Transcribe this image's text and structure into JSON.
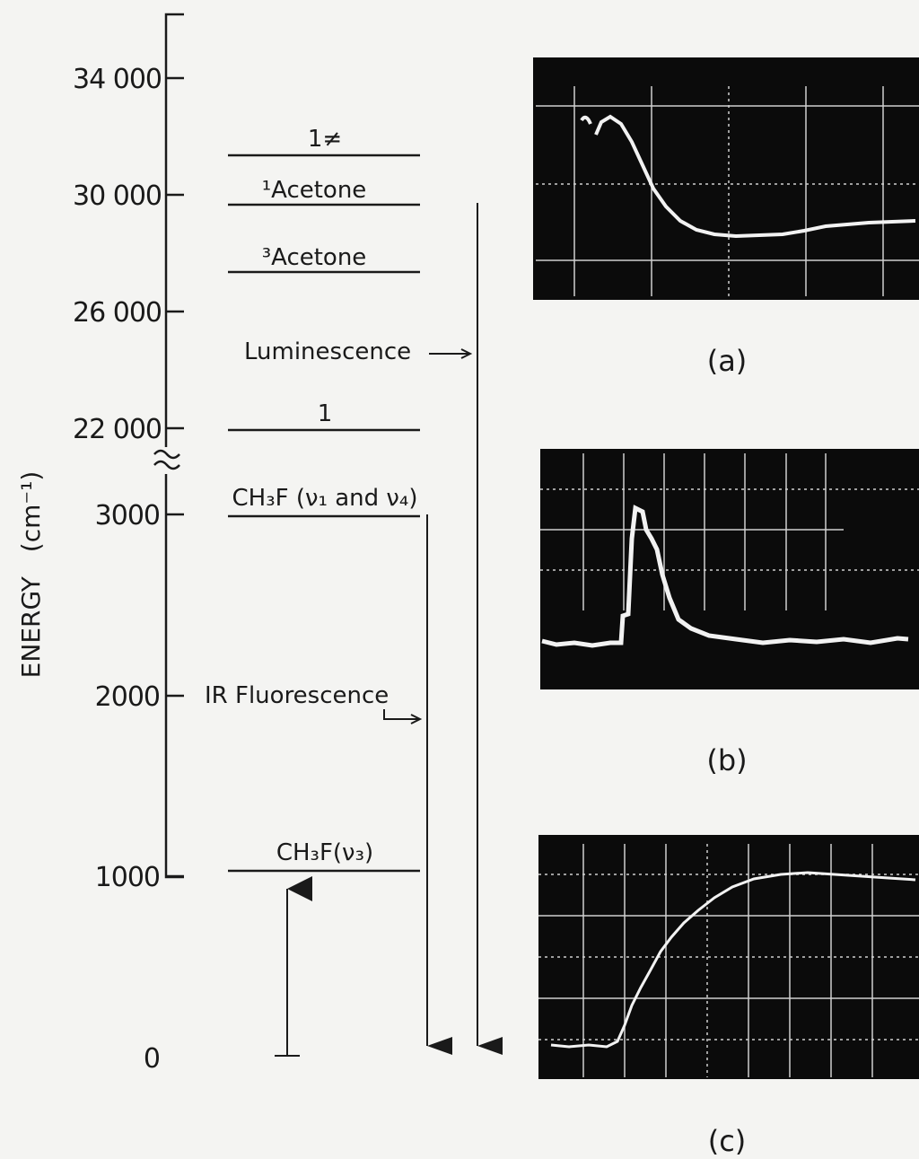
{
  "axis": {
    "label": "ENERGY",
    "unit": "(cm⁻¹)",
    "ticks_upper": [
      "34 000",
      "30 000",
      "26 000",
      "22 000"
    ],
    "ticks_lower": [
      "3000",
      "2000",
      "1000",
      "0"
    ],
    "break_symbol": "≈"
  },
  "levels": {
    "top": "1≠",
    "singlet_acetone": "¹Acetone",
    "triplet_acetone": "³Acetone",
    "one": "1",
    "ch3f_v1_v4": "CH₃F (ν₁ and ν₄)",
    "ch3f_v3": "CH₃F(ν₃)"
  },
  "annotations": {
    "luminescence": "Luminescence",
    "ir_fluorescence": "IR Fluorescence"
  },
  "panels": [
    {
      "label": "(a)"
    },
    {
      "label": "(b)"
    },
    {
      "label": "(c)"
    }
  ],
  "colors": {
    "background": "#f4f4f2",
    "ink": "#1a1a1a",
    "scope_bg": "#0b0b0b",
    "scope_trace": "#f2f2f2"
  }
}
